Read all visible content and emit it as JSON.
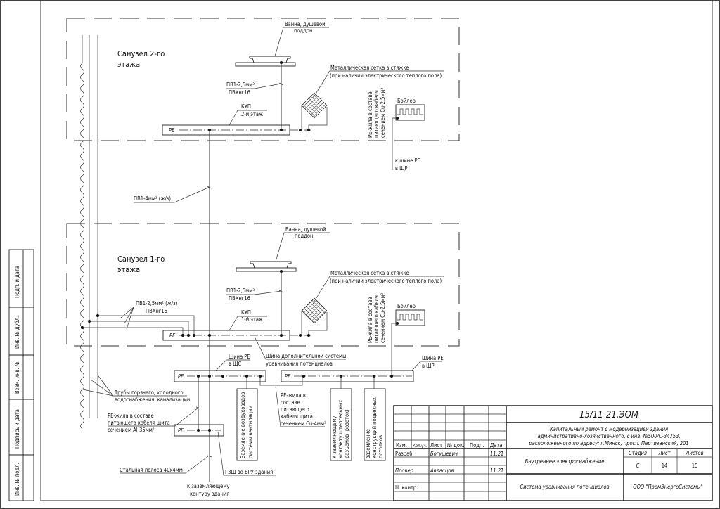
{
  "floor2": {
    "title_line1": "Санузел 2-го",
    "title_line2": "этажа",
    "bath_line1": "Ванна, душевой",
    "bath_line2": "поддон",
    "wire1_line1": "ПВ1-2,5мм²",
    "wire1_line2": "ПВХнг16",
    "mesh_line1": "Металлическая сетка в стяжке",
    "mesh_line2": "(при наличии электрического теплого пола)",
    "kup_line1": "КУП",
    "kup_line2": "2-й этаж",
    "pe": "PE",
    "boiler": "Бойлер",
    "pe_core_line1": "PE-жила в составе",
    "pe_core_line2": "питающего кабеля",
    "pe_core_line3": "сечением Cu-2,5мм²",
    "to_bus_line1": "к шине PE",
    "to_bus_line2": "в ЩР"
  },
  "riser_label": "ПВ1-4мм² (ж/з)",
  "floor1": {
    "title_line1": "Санузел 1-го",
    "title_line2": "этажа",
    "bath_line1": "Ванна, душевой",
    "bath_line2": "поддон",
    "wire1_line1": "ПВ1-2,5мм²",
    "wire1_line2": "ПВХнг16",
    "wire2_line1": "ПВ1-2,5мм² (ж/з)",
    "wire2_line2": "ПВХнг16",
    "mesh_line1": "Металлическая сетка в стяжке",
    "mesh_line2": "(при наличии электрического теплого пола)",
    "kup_line1": "КУП",
    "kup_line2": "1-й этаж",
    "pe": "PE",
    "boiler": "Бойлер",
    "pe_core_line1": "PE-жила в составе",
    "pe_core_line2": "питающего кабеля",
    "pe_core_line3": "сечением Cu-2,5мм²"
  },
  "extra_bus_line1": "Шина дополнительной системы",
  "extra_bus_line2": "уравнивания потенциалов",
  "bus_shs": {
    "pe": "PE",
    "label_line1": "Шина PE",
    "label_line2": "в ЩС"
  },
  "bus_shr": {
    "pe": "PE",
    "label_line1": "Шина PE",
    "label_line2": "в ЩР"
  },
  "pipes_line1": "Трубы горячего, холодного",
  "pipes_line2": "водоснабжения, канализации",
  "pe_al_line1": "PE-жила в составе",
  "pe_al_line2": "питающего кабеля щита",
  "pe_al_line3": "сечением Al-35мм²",
  "pe_cu_lines": [
    "PE-жила в",
    "составе",
    "питающего",
    "кабеля щита",
    "сечением Cu-4мм²"
  ],
  "vent_box": [
    "Заземление воздуховодов",
    "системы вентиляции"
  ],
  "socket_box": [
    "к заземляющему",
    "контакту штепсельных",
    "разъемов (розеток)"
  ],
  "ceiling_box": [
    "заземление",
    "конструкций подвесных",
    "потолков"
  ],
  "main_bus": {
    "pe": "PE",
    "label": "ГЗШ во ВРУ здания"
  },
  "steel_strip": "Стальная полоса 40х4мм",
  "to_ground_line1": "к заземляющему",
  "to_ground_line2": "контуру здания",
  "side_stamp": [
    "Подп. и дата",
    "Инв. № дубл.",
    "Взам. инв. №",
    "Подпись и дата",
    "Инв. № подл."
  ],
  "title_block": {
    "code": "15/11-21.ЭОМ",
    "project_line1": "Капитальный ремонт с модернизацией здания",
    "project_line2": "административно-хозяйственного, с инв. №500/С-34753,",
    "project_line3": "расположенного по адресу: г.Минск, просп. Партизанский, 201",
    "headers": [
      "Изм.",
      "Кол.уч.",
      "Лист",
      "№ док.",
      "Подп.",
      "Дата"
    ],
    "developed_label": "Разраб.",
    "developed_name": "Богушевич",
    "developed_date": "11.21",
    "checked_label": "Провер.",
    "checked_name": "Авласцов",
    "checked_date": "11.21",
    "norm_label": "Н. контр.",
    "section": "Внутреннее электроснабжение",
    "stage_label": "Стадия",
    "sheet_label": "Лист",
    "sheets_label": "Листов",
    "stage": "С",
    "sheet": "14",
    "sheets": "15",
    "drawing_title": "Система уравнивания потенциалов",
    "company": "ООО \"ПромЭнергоСистемы\""
  }
}
